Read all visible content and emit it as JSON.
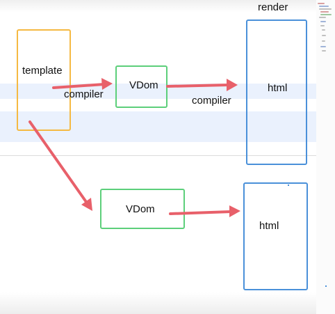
{
  "colors": {
    "template_border": "#f5b942",
    "vdom_border": "#5ccf7a",
    "html_border": "#4a90d9",
    "arrow": "#e8606a",
    "highlight_band": "#eaf1fd",
    "text": "#111111"
  },
  "labels": {
    "render": "render",
    "template": "template",
    "compiler_1": "compiler",
    "vdom_top": "VDom",
    "compiler_2": "compiler",
    "html_top": "html",
    "vdom_bottom": "VDom",
    "html_bottom": "html"
  }
}
